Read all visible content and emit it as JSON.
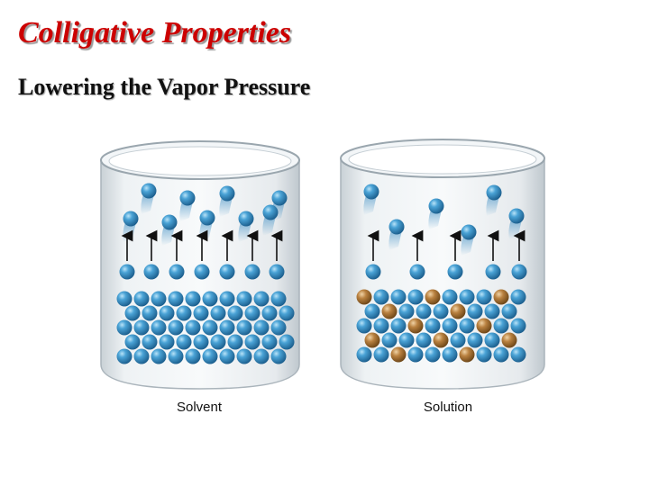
{
  "slide": {
    "title": "Colligative Properties",
    "subtitle": "Lowering the Vapor Pressure"
  },
  "beakers": [
    {
      "caption": "Solvent"
    },
    {
      "caption": "Solution"
    }
  ],
  "colors": {
    "title": "#cc0000",
    "solvent_particle": "#2f86c0",
    "solute_particle": "#b07a3a",
    "glass": "#d6dde2"
  }
}
